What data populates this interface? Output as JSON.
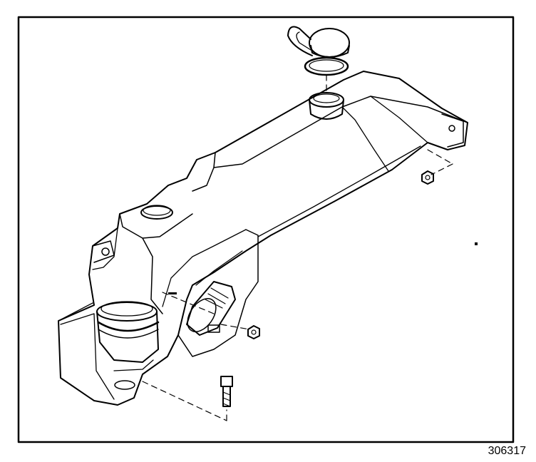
{
  "figure": {
    "id_number": "306317",
    "parts": [
      "washer-reservoir",
      "reservoir-cap",
      "cap-seal",
      "filler-grommet",
      "pump-grommet",
      "pump-clamp",
      "hose-connector",
      "mounting-nut-rear",
      "mounting-nut-center",
      "mounting-bolt"
    ],
    "colors": {
      "line": "#000000",
      "background": "#ffffff"
    }
  }
}
